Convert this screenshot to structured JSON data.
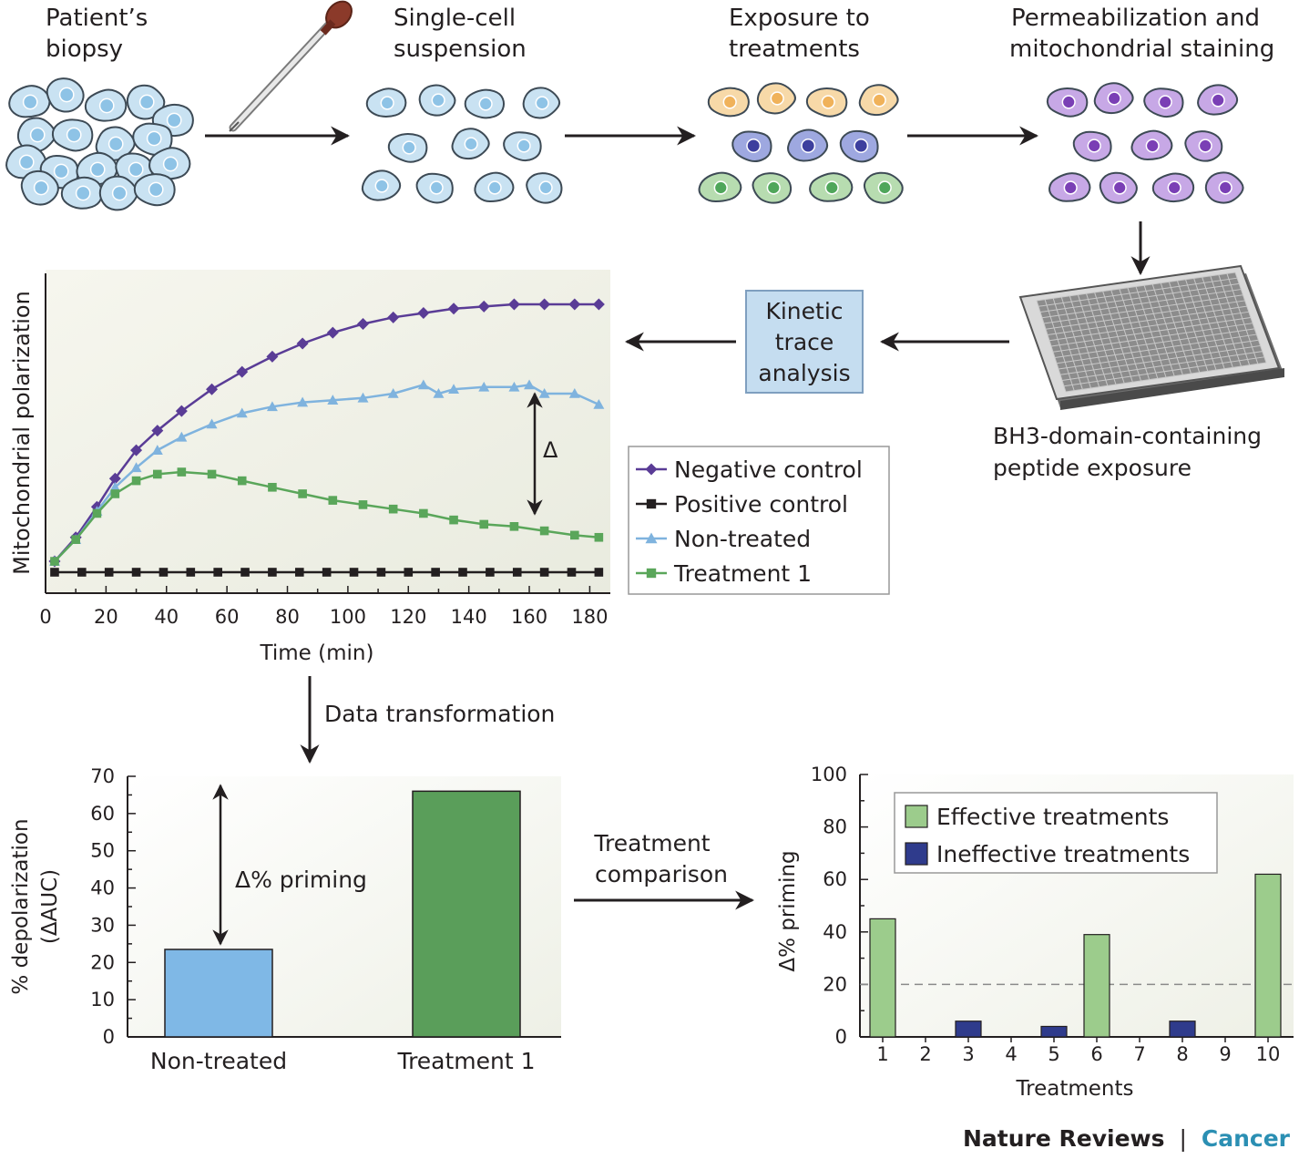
{
  "steps": {
    "biopsy": [
      "Patient’s",
      "biopsy"
    ],
    "suspension": [
      "Single-cell",
      "suspension"
    ],
    "exposure": [
      "Exposure to",
      "treatments"
    ],
    "staining": [
      "Permeabilization and",
      "mitochondrial staining"
    ]
  },
  "peptide_label": [
    "BH3-domain-containing",
    "peptide exposure"
  ],
  "kinetic_box": [
    "Kinetic",
    "trace",
    "analysis"
  ],
  "data_transformation": "Data transformation",
  "treatment_comparison": [
    "Treatment",
    "comparison"
  ],
  "priming_annotation": "Δ% priming",
  "delta_symbol": "Δ",
  "footer": {
    "brand": "Nature Reviews",
    "separator": "|",
    "journal": "Cancer",
    "journal_color": "#2b8fb3"
  },
  "cell_colors": {
    "blue": {
      "fill": "#c9e2f2",
      "nucleus": "#8ec3e6"
    },
    "orange": {
      "fill": "#f7d9a8",
      "nucleus": "#f0b25a"
    },
    "indigo": {
      "fill": "#9ea8e0",
      "nucleus": "#3d3f9e"
    },
    "green": {
      "fill": "#b7dcb0",
      "nucleus": "#4fa65a"
    },
    "purple": {
      "fill": "#c7a8e6",
      "nucleus": "#7a3fb5"
    }
  },
  "chart_data": [
    {
      "type": "line",
      "xlabel": "Time (min)",
      "ylabel": "Mitochondrial polarization",
      "xlim": [
        0,
        185
      ],
      "xticks": [
        0,
        20,
        40,
        60,
        80,
        100,
        120,
        140,
        160,
        180
      ],
      "legend_position": "inside-right",
      "series": [
        {
          "name": "Negative control",
          "color": "#5a3c96",
          "marker": "diamond",
          "x": [
            3,
            10,
            17,
            23,
            30,
            37,
            45,
            55,
            65,
            75,
            85,
            95,
            105,
            115,
            125,
            135,
            145,
            155,
            165,
            175,
            183
          ],
          "y": [
            0.05,
            0.16,
            0.3,
            0.43,
            0.56,
            0.65,
            0.74,
            0.84,
            0.92,
            0.99,
            1.05,
            1.1,
            1.14,
            1.17,
            1.19,
            1.21,
            1.22,
            1.23,
            1.23,
            1.23,
            1.23
          ]
        },
        {
          "name": "Positive control",
          "color": "#231f20",
          "marker": "square",
          "x": [
            3,
            12,
            21,
            30,
            39,
            48,
            57,
            66,
            75,
            84,
            93,
            102,
            111,
            120,
            129,
            138,
            147,
            156,
            165,
            174,
            183
          ],
          "y": [
            0,
            0,
            0,
            0,
            0,
            0,
            0,
            0,
            0,
            0,
            0,
            0,
            0,
            0,
            0,
            0,
            0,
            0,
            0,
            0,
            0
          ]
        },
        {
          "name": "Non-treated",
          "color": "#7fb3de",
          "marker": "triangle",
          "x": [
            3,
            10,
            17,
            23,
            30,
            37,
            45,
            55,
            65,
            75,
            85,
            95,
            105,
            115,
            125,
            130,
            135,
            145,
            155,
            160,
            165,
            175,
            183
          ],
          "y": [
            0.05,
            0.15,
            0.28,
            0.39,
            0.48,
            0.56,
            0.62,
            0.68,
            0.73,
            0.76,
            0.78,
            0.79,
            0.8,
            0.82,
            0.86,
            0.82,
            0.84,
            0.85,
            0.85,
            0.86,
            0.82,
            0.82,
            0.77
          ]
        },
        {
          "name": "Treatment 1",
          "color": "#5aa65a",
          "marker": "square",
          "x": [
            3,
            10,
            17,
            23,
            30,
            37,
            45,
            55,
            65,
            75,
            85,
            95,
            105,
            115,
            125,
            135,
            145,
            155,
            165,
            175,
            183
          ],
          "y": [
            0.05,
            0.15,
            0.27,
            0.36,
            0.42,
            0.45,
            0.46,
            0.45,
            0.42,
            0.39,
            0.36,
            0.33,
            0.31,
            0.29,
            0.27,
            0.24,
            0.22,
            0.21,
            0.19,
            0.17,
            0.16
          ]
        }
      ]
    },
    {
      "type": "bar",
      "ylabel": [
        "% depolarization",
        "(ΔAUC)"
      ],
      "ylim": [
        0,
        70
      ],
      "yticks": [
        0,
        10,
        20,
        30,
        40,
        50,
        60,
        70
      ],
      "categories": [
        "Non-treated",
        "Treatment 1"
      ],
      "values": [
        23.5,
        66
      ],
      "colors": [
        "#7fb8e6",
        "#5a9e5a"
      ]
    },
    {
      "type": "bar",
      "xlabel": "Treatments",
      "ylabel": "Δ% priming",
      "ylim": [
        0,
        100
      ],
      "yticks": [
        0,
        20,
        40,
        60,
        80,
        100
      ],
      "threshold": 20,
      "legend_position": "top-right",
      "categories": [
        "1",
        "2",
        "3",
        "4",
        "5",
        "6",
        "7",
        "8",
        "9",
        "10"
      ],
      "series": [
        {
          "name": "Effective treatments",
          "color": "#9ccc8c",
          "values": [
            45,
            0,
            0,
            0,
            0,
            39,
            0,
            0,
            0,
            62
          ]
        },
        {
          "name": "Ineffective treatments",
          "color": "#2f3b8c",
          "values": [
            0,
            0,
            6,
            0,
            4,
            0,
            0,
            6,
            0,
            0
          ]
        }
      ]
    }
  ]
}
